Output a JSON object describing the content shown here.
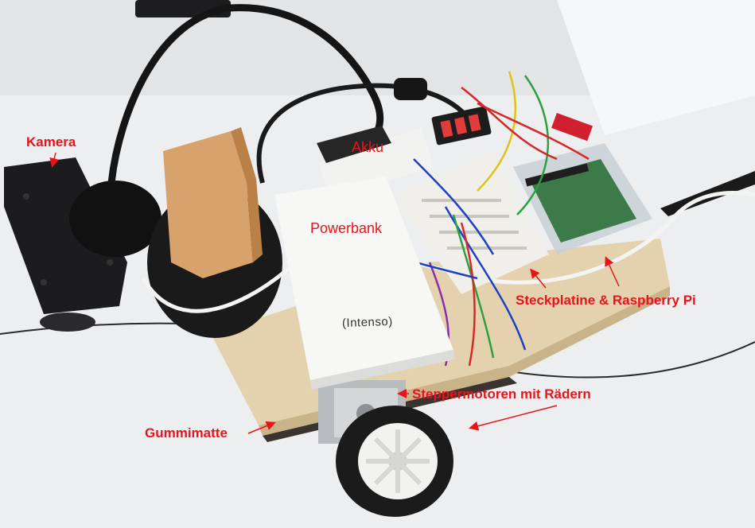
{
  "annotations": {
    "camera": "Kamera",
    "battery": "Akku",
    "powerbank": "Powerbank",
    "breadboard_pi": "Steckplatine & Raspberry Pi",
    "stepper_motors": "Steppermotoren mit Rädern",
    "rubber_mat": "Gummimatte"
  },
  "powerbank_brand": "(Intenso)",
  "colors": {
    "label_red": "#e8141c",
    "wood": "#e4d2ae",
    "powerbank_white": "#f7f7f5",
    "camera_black": "#1c1c1e",
    "table": "#eef0f1"
  }
}
